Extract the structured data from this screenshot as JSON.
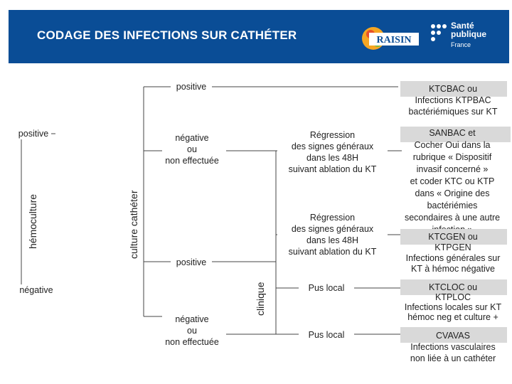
{
  "header": {
    "title": "CODAGE DES INFECTIONS SUR CATHÉTER",
    "logo_raisin": "RAISIN",
    "logo_sante_line1": "Santé",
    "logo_sante_line2": "publique",
    "logo_sante_line3": "France"
  },
  "axes": {
    "hemoculture": "hémoculture",
    "culture_catheter": "culture cathéter",
    "clinique": "clinique"
  },
  "hemoculture": {
    "positive": "positive",
    "negative": "négative"
  },
  "culture_catheter": {
    "positive_top": "positive",
    "negative_top": "négative\nou\nnon effectuée",
    "positive_mid": "positive",
    "negative_bottom": "négative\nou\nnon effectuée"
  },
  "clinique": {
    "regression_1": "Régression\ndes signes généraux\ndans les 48H\nsuivant ablation du KT",
    "regression_2": "Régression\ndes signes généraux\ndans les 48H\nsuivant ablation du KT",
    "pus_local_1": "Pus local",
    "pus_local_2": "Pus local"
  },
  "outcomes": {
    "ktcbac": "KTCBAC ou\nInfections KTPBAC\nbactériémiques sur KT",
    "sanbac": "SANBAC et\nCocher Oui dans la\nrubrique « Dispositif\ninvasif concerné »\net coder KTC ou KTP\ndans « Origine des\nbactériémies\nsecondaires à une autre\ninfection »",
    "ktcgen": "KTCGEN ou\nKTPGEN\nInfections générales sur\nKT à hémoc négative",
    "ktcloc": "KTCLOC ou\nKTPLOC\nInfections locales sur KT\nhémoc neg et culture +",
    "cvavas": "CVAVAS\nInfections vasculaires\nnon liée à un cathéter"
  },
  "colors": {
    "header_bg": "#0a4d96",
    "highlight_gray": "#d9d9d9",
    "sanbac_red": "#c00000"
  }
}
